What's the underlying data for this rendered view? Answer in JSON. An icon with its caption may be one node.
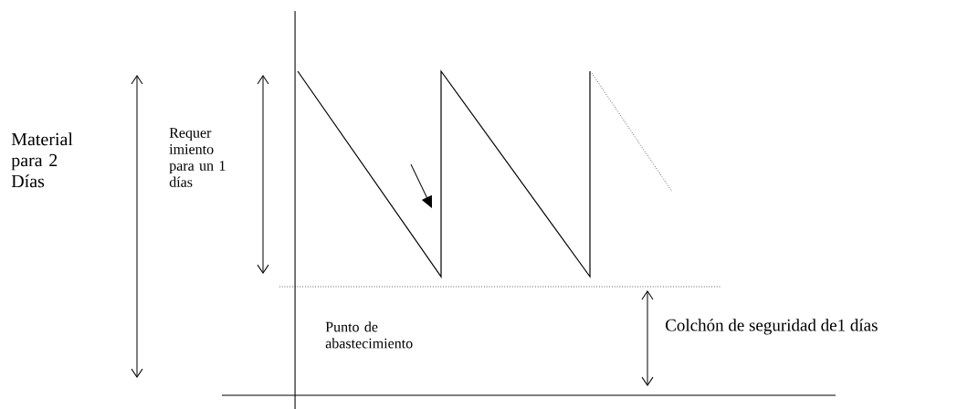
{
  "diagram": {
    "labels": [
      "Material para 2 Días",
      "Requer imiento para un 1 días",
      "Punto de abastecimiento",
      "Colchón de seguridad de1 días"
    ]
  }
}
